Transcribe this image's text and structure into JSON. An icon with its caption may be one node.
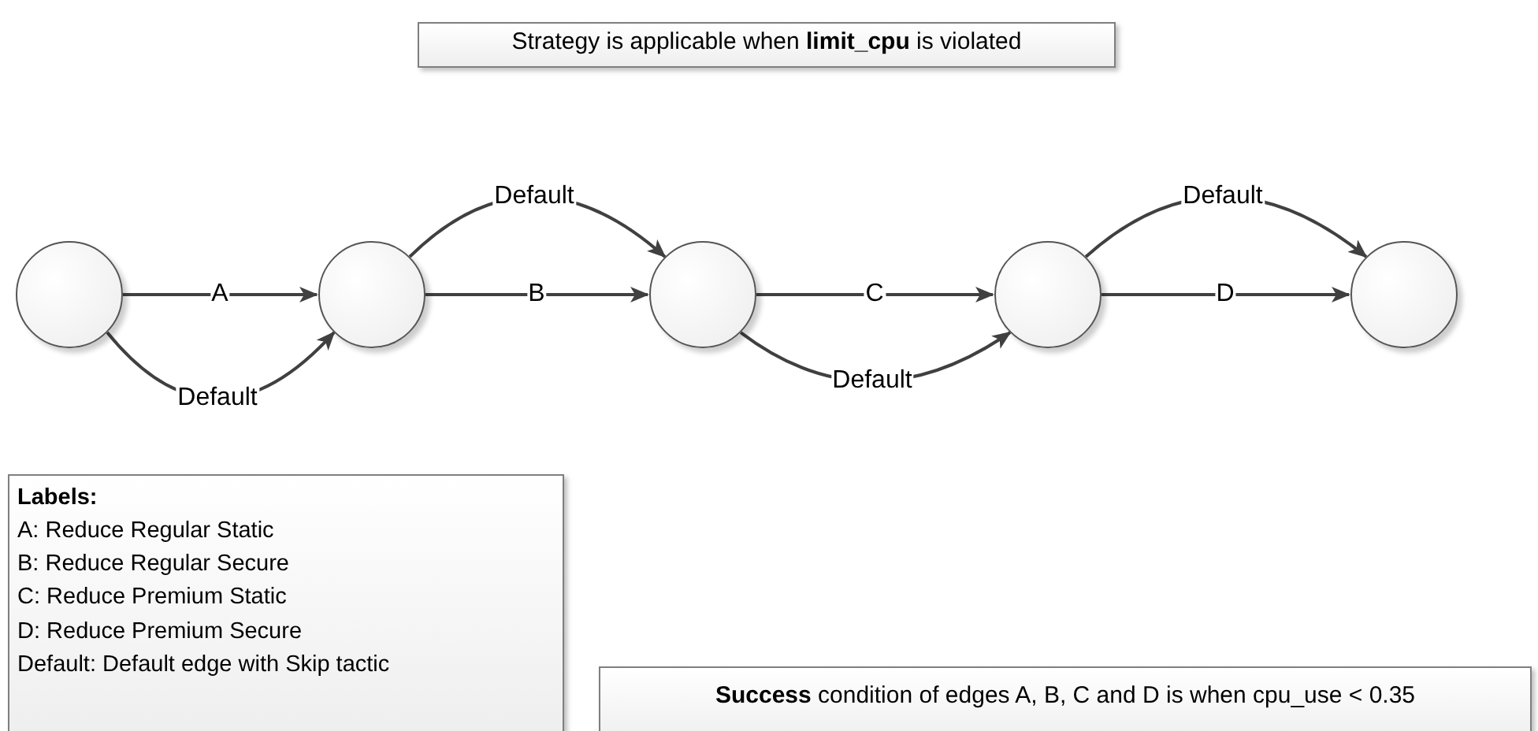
{
  "diagram": {
    "nodes": [
      {
        "text": [
          "Strategy is applicable when **limit_cpu** is violated"
        ]
      },
      {
        "text": [],
        "shape": "circle"
      },
      {
        "text": [],
        "shape": "circle"
      },
      {
        "text": [],
        "shape": "circle"
      },
      {
        "text": [],
        "shape": "circle"
      },
      {
        "text": [],
        "shape": "circle"
      },
      {
        "text": [
          "Labels:",
          "A: Reduce Regular Static",
          "B: Reduce Regular Secure",
          "C: Reduce Premium Static",
          "D: Reduce Premium Secure",
          "Default: Default edge with Skip tactic"
        ]
      },
      {
        "text": [
          "**Success** condition of edges A, B, C and D is when cpu_use < 0.35"
        ]
      }
    ],
    "edges": [
      {
        "from": 1,
        "to": 2,
        "arrow": "to",
        "label": "A"
      },
      {
        "from": 1,
        "to": 2,
        "arrow": "to",
        "label": "Default"
      },
      {
        "from": 2,
        "to": 3,
        "arrow": "to",
        "label": "Default"
      },
      {
        "from": 2,
        "to": 3,
        "arrow": "to",
        "label": "B"
      },
      {
        "from": 3,
        "to": 4,
        "arrow": "to",
        "label": "C"
      },
      {
        "from": 3,
        "to": 4,
        "arrow": "to",
        "label": "Default"
      },
      {
        "from": 4,
        "to": 5,
        "arrow": "to",
        "label": "Default"
      },
      {
        "from": 4,
        "to": 5,
        "arrow": "to",
        "label": "D"
      }
    ]
  }
}
